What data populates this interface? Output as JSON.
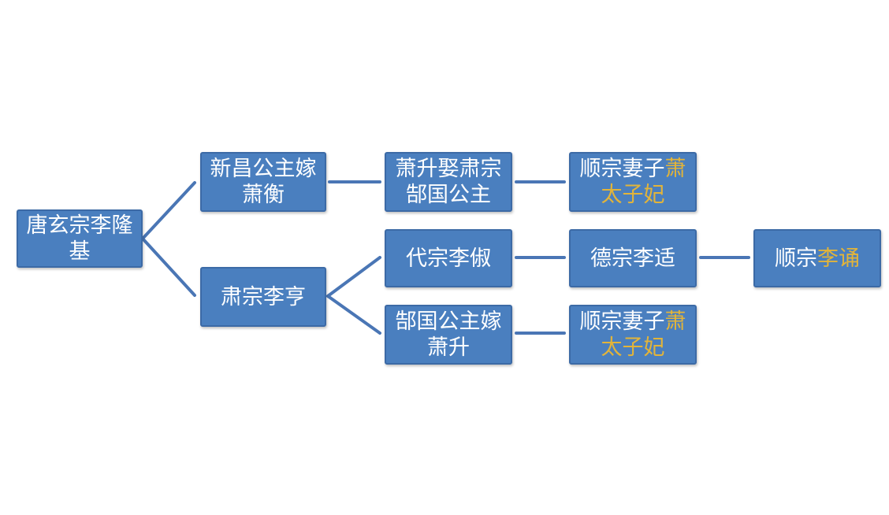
{
  "diagram": {
    "colors": {
      "node_fill": "#4a7fbf",
      "node_border": "#3c6aa6",
      "connector": "#4a76b5",
      "text": "#ffffff",
      "highlight": "#e2b43a"
    },
    "nodes": {
      "xuanzong": {
        "text": "唐玄宗李隆基"
      },
      "xinchang": {
        "text": "新昌公主嫁萧衡"
      },
      "suzong": {
        "text": "肃宗李亨"
      },
      "xiaosheng_marry": {
        "text": "萧升娶肃宗郜国公主"
      },
      "daizong": {
        "text": "代宗李俶"
      },
      "gaoguo": {
        "text": "郜国公主嫁萧升"
      },
      "shunzong_wife_1": {
        "prefix": "顺宗妻子",
        "highlight": "萧太子妃"
      },
      "dezong": {
        "text": "德宗李适"
      },
      "shunzong_wife_2": {
        "prefix": "顺宗妻子",
        "highlight": "萧太子妃"
      },
      "shunzong": {
        "prefix": "顺宗",
        "highlight": "李诵"
      }
    }
  }
}
